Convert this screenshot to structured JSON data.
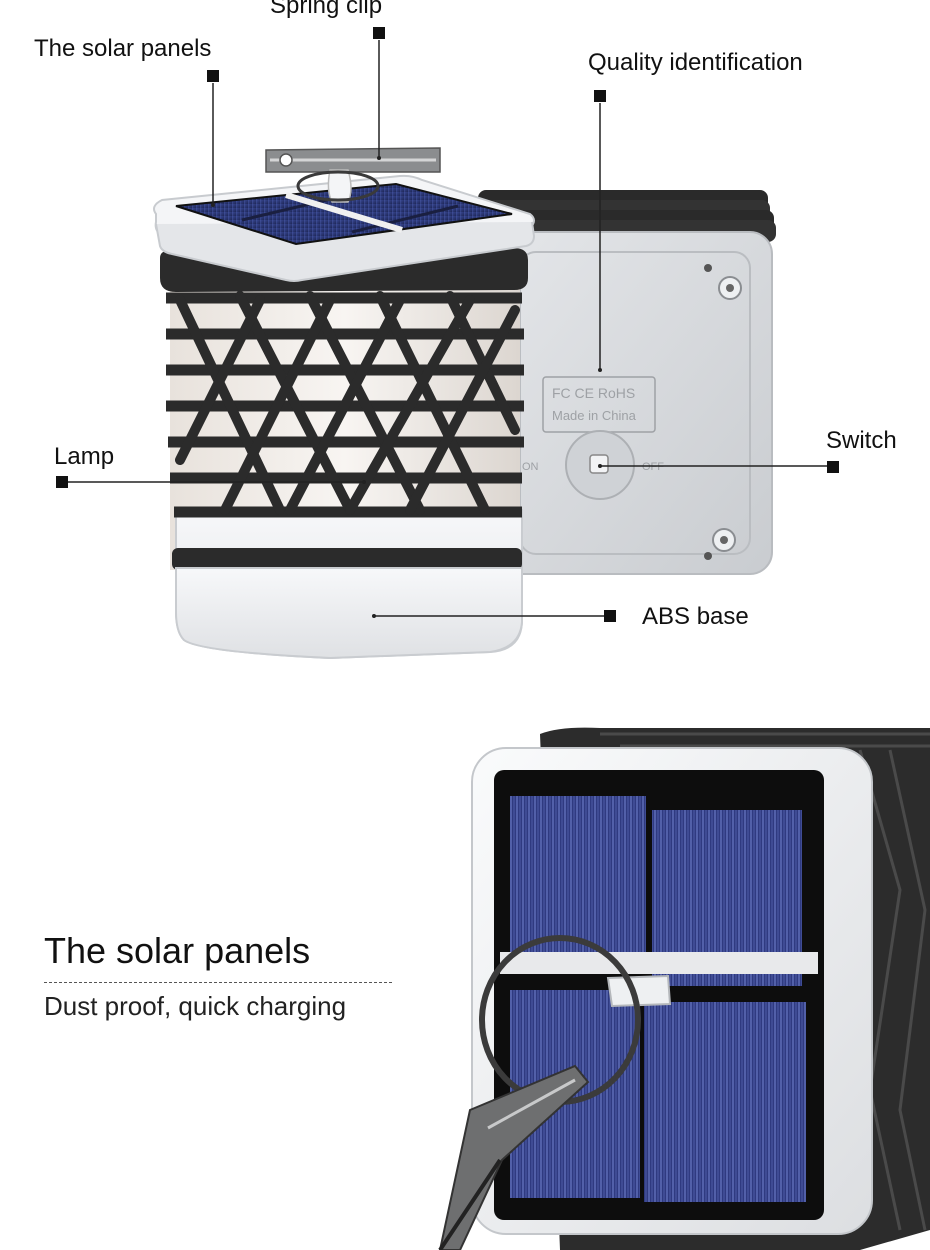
{
  "callouts": {
    "spring_clip": "Spring clip",
    "solar_panels": "The solar panels",
    "quality_id": "Quality identification",
    "lamp": "Lamp",
    "switch": "Switch",
    "abs_base": "ABS base"
  },
  "device_markings": {
    "certification": "FC CE RoHS",
    "origin": "Made in China",
    "switch_on": "ON",
    "switch_off": "OFF"
  },
  "feature": {
    "title": "The solar panels",
    "description": "Dust proof, quick charging"
  },
  "colors": {
    "background": "#ffffff",
    "cage": "#2b2b2b",
    "panel": "#2a3570",
    "housing": "#d4d6d9",
    "base": "#f1f2f4"
  }
}
